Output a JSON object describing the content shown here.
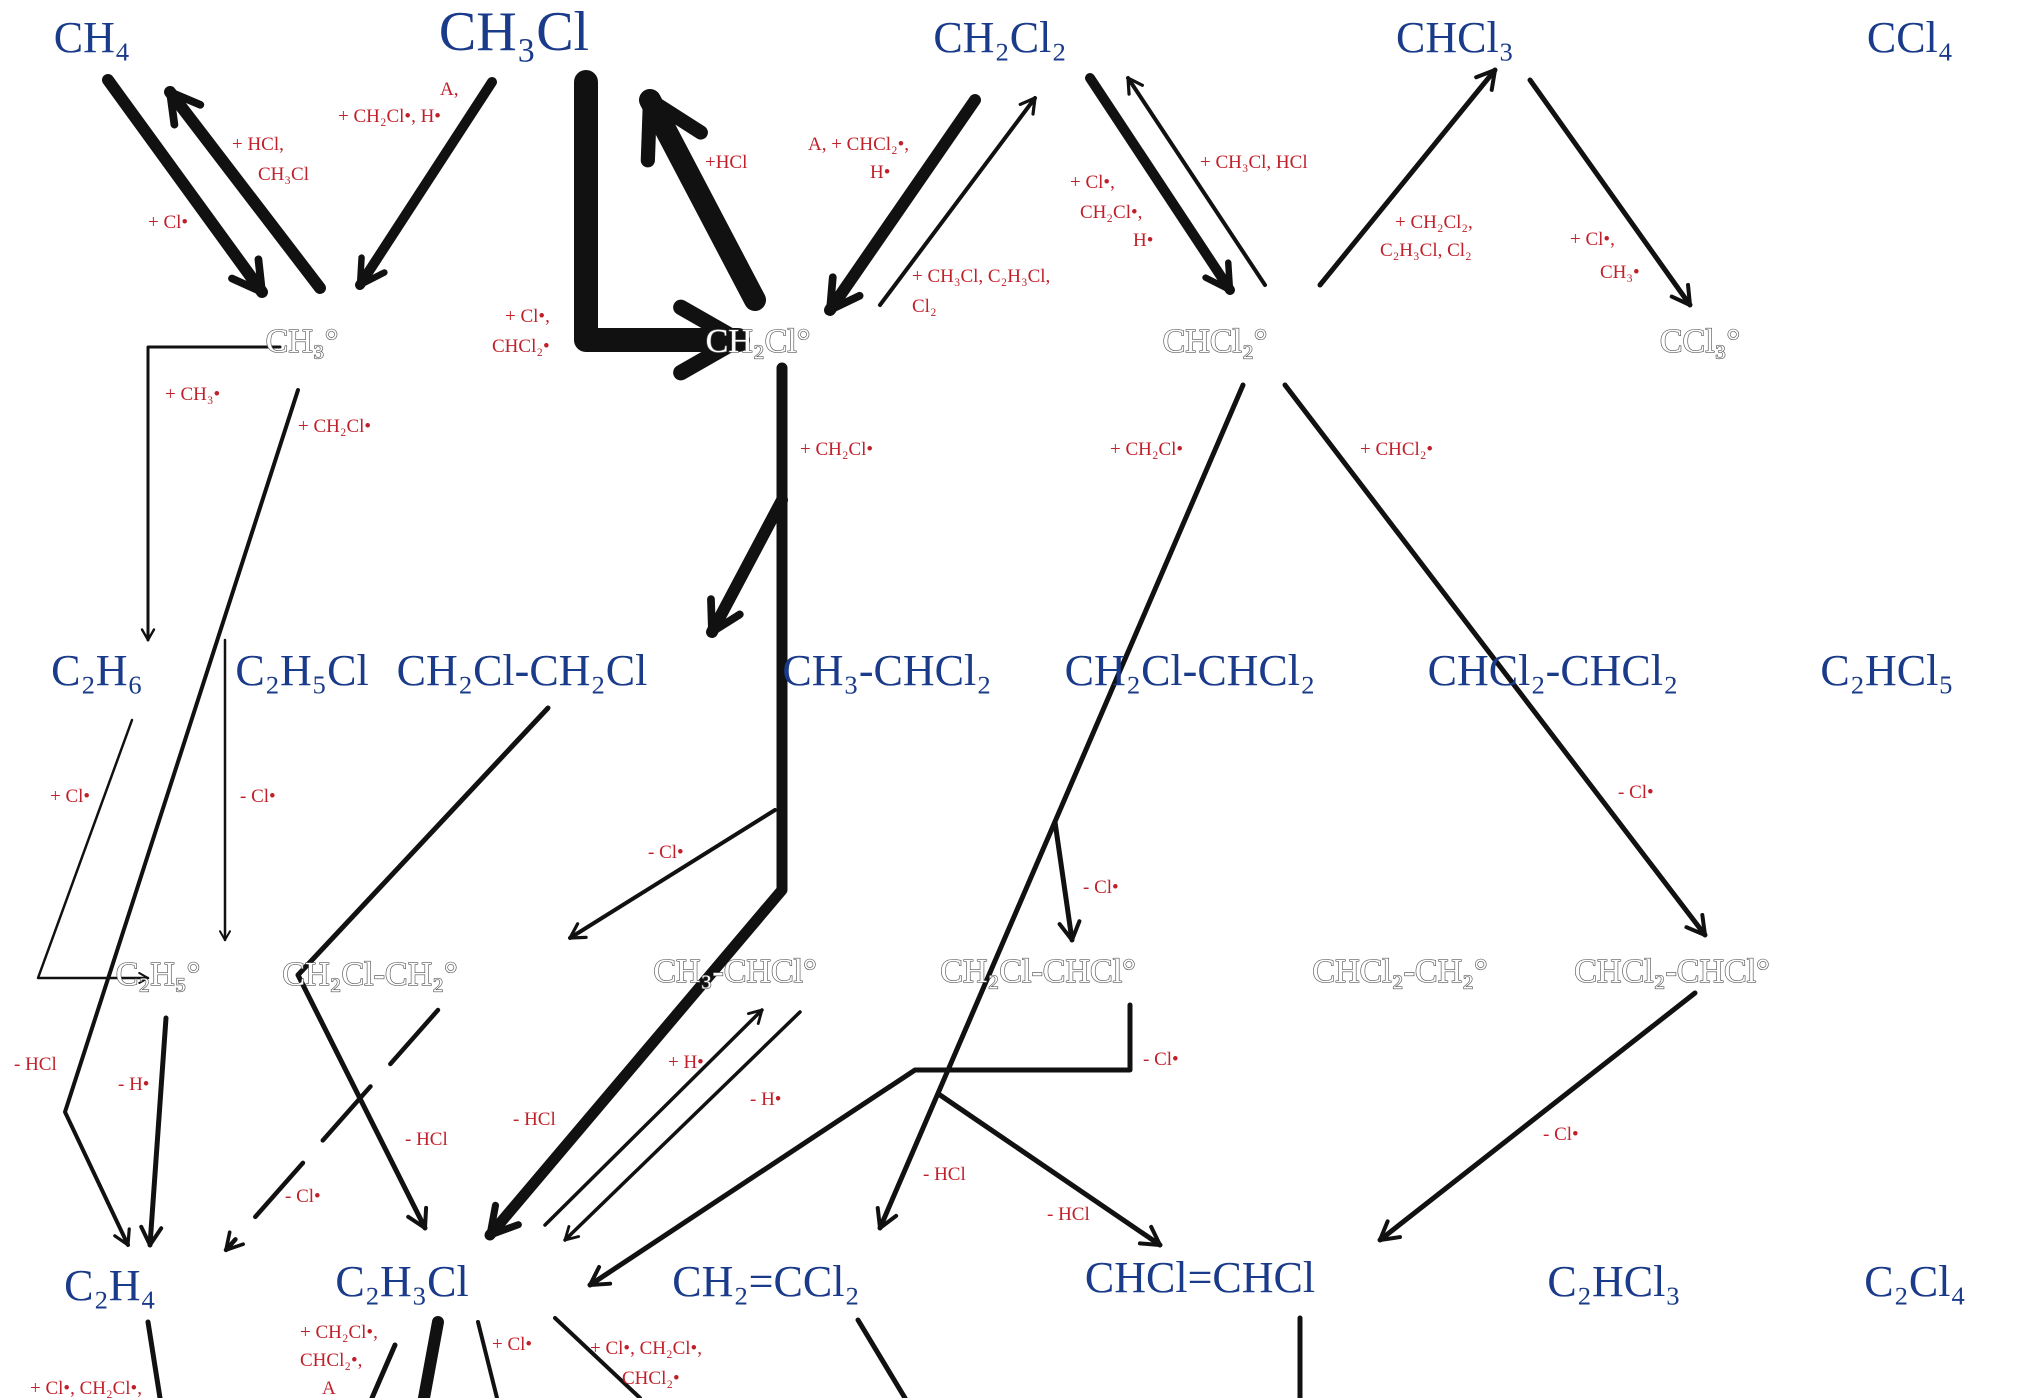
{
  "species": {
    "ch4": "CH₄",
    "ch3cl": "CH₃Cl",
    "ch2cl2": "CH₂Cl₂",
    "chcl3": "CHCl₃",
    "ccl4": "CCl₄",
    "c2h6": "C₂H₆",
    "c2h5cl": "C₂H₅Cl",
    "ch2cl_ch2cl": "CH₂Cl-CH₂Cl",
    "ch3_chcl2": "CH₃-CHCl₂",
    "ch2cl_chcl2": "CH₂Cl-CHCl₂",
    "chcl2_chcl2": "CHCl₂-CHCl₂",
    "c2hcl5": "C₂HCl₅",
    "c2h4": "C₂H₄",
    "c2h3cl": "C₂H₃Cl",
    "ch2_ccl2": "CH₂=CCl₂",
    "chcl_chcl": "CHCl=CHCl",
    "c2hcl3": "C₂HCl₃",
    "c2cl4": "C₂Cl₄"
  },
  "radicals": {
    "ch3": "CH₃°",
    "ch2cl": "CH₂Cl°",
    "chcl2": "CHCl₂°",
    "ccl3": "CCl₃°",
    "c2h5": "C₂H₅°",
    "ch2cl_ch2": "CH₂Cl-CH₂°",
    "ch3_chcl": "CH₃-CHCl°",
    "ch2cl_chcl": "CH₂Cl-CHCl°",
    "chcl2_ch2": "CHCl₂-CH₂°",
    "chcl2_chcl": "CHCl₂-CHCl°"
  },
  "reactions": {
    "r01": "A,",
    "r02": "+ CH₂Cl•, H•",
    "r03": "+ HCl,",
    "r04": "CH₃Cl",
    "r05": "+ Cl•",
    "r06": "+HCl",
    "r07": "A, + CHCl₂•,",
    "r08": "H•",
    "r09": "+ CH₃Cl, C₂H₃Cl,",
    "r10": "Cl₂",
    "r11": "+ Cl•,",
    "r12": "CHCl₂•",
    "r13": "+ CH₃Cl, HCl",
    "r14": "+ Cl•,",
    "r15": "CH₂Cl•,",
    "r16": "H•",
    "r17": "+ CH₂Cl₂,",
    "r18": "C₂H₃Cl, Cl₂",
    "r19": "+ Cl•,",
    "r20": "CH₃•",
    "r21": "+ CH₃•",
    "r22": "+ CH₂Cl•",
    "r23": "+ CH₂Cl•",
    "r24": "+ CH₂Cl•",
    "r25": "+ CHCl₂•",
    "r26": "+ Cl•",
    "r27": "- Cl•",
    "r28": "- Cl•",
    "r29": "- Cl•",
    "r30": "- Cl•",
    "r31": "- HCl",
    "r32": "- H•",
    "r33": "- HCl",
    "r34": "- HCl",
    "r35": "+ H•",
    "r36": "- H•",
    "r37": "- Cl•",
    "r38": "- HCl",
    "r39": "- HCl",
    "r40": "- Cl•",
    "r41": "- Cl•",
    "r42": "+ CH₂Cl•,",
    "r43": "CHCl₂•,",
    "r44": "A",
    "r45": "+ Cl•",
    "r46": "+ Cl•, CH₂Cl•,",
    "r47": "CHCl₂•",
    "r48": "+ Cl•, CH₂Cl•,"
  }
}
